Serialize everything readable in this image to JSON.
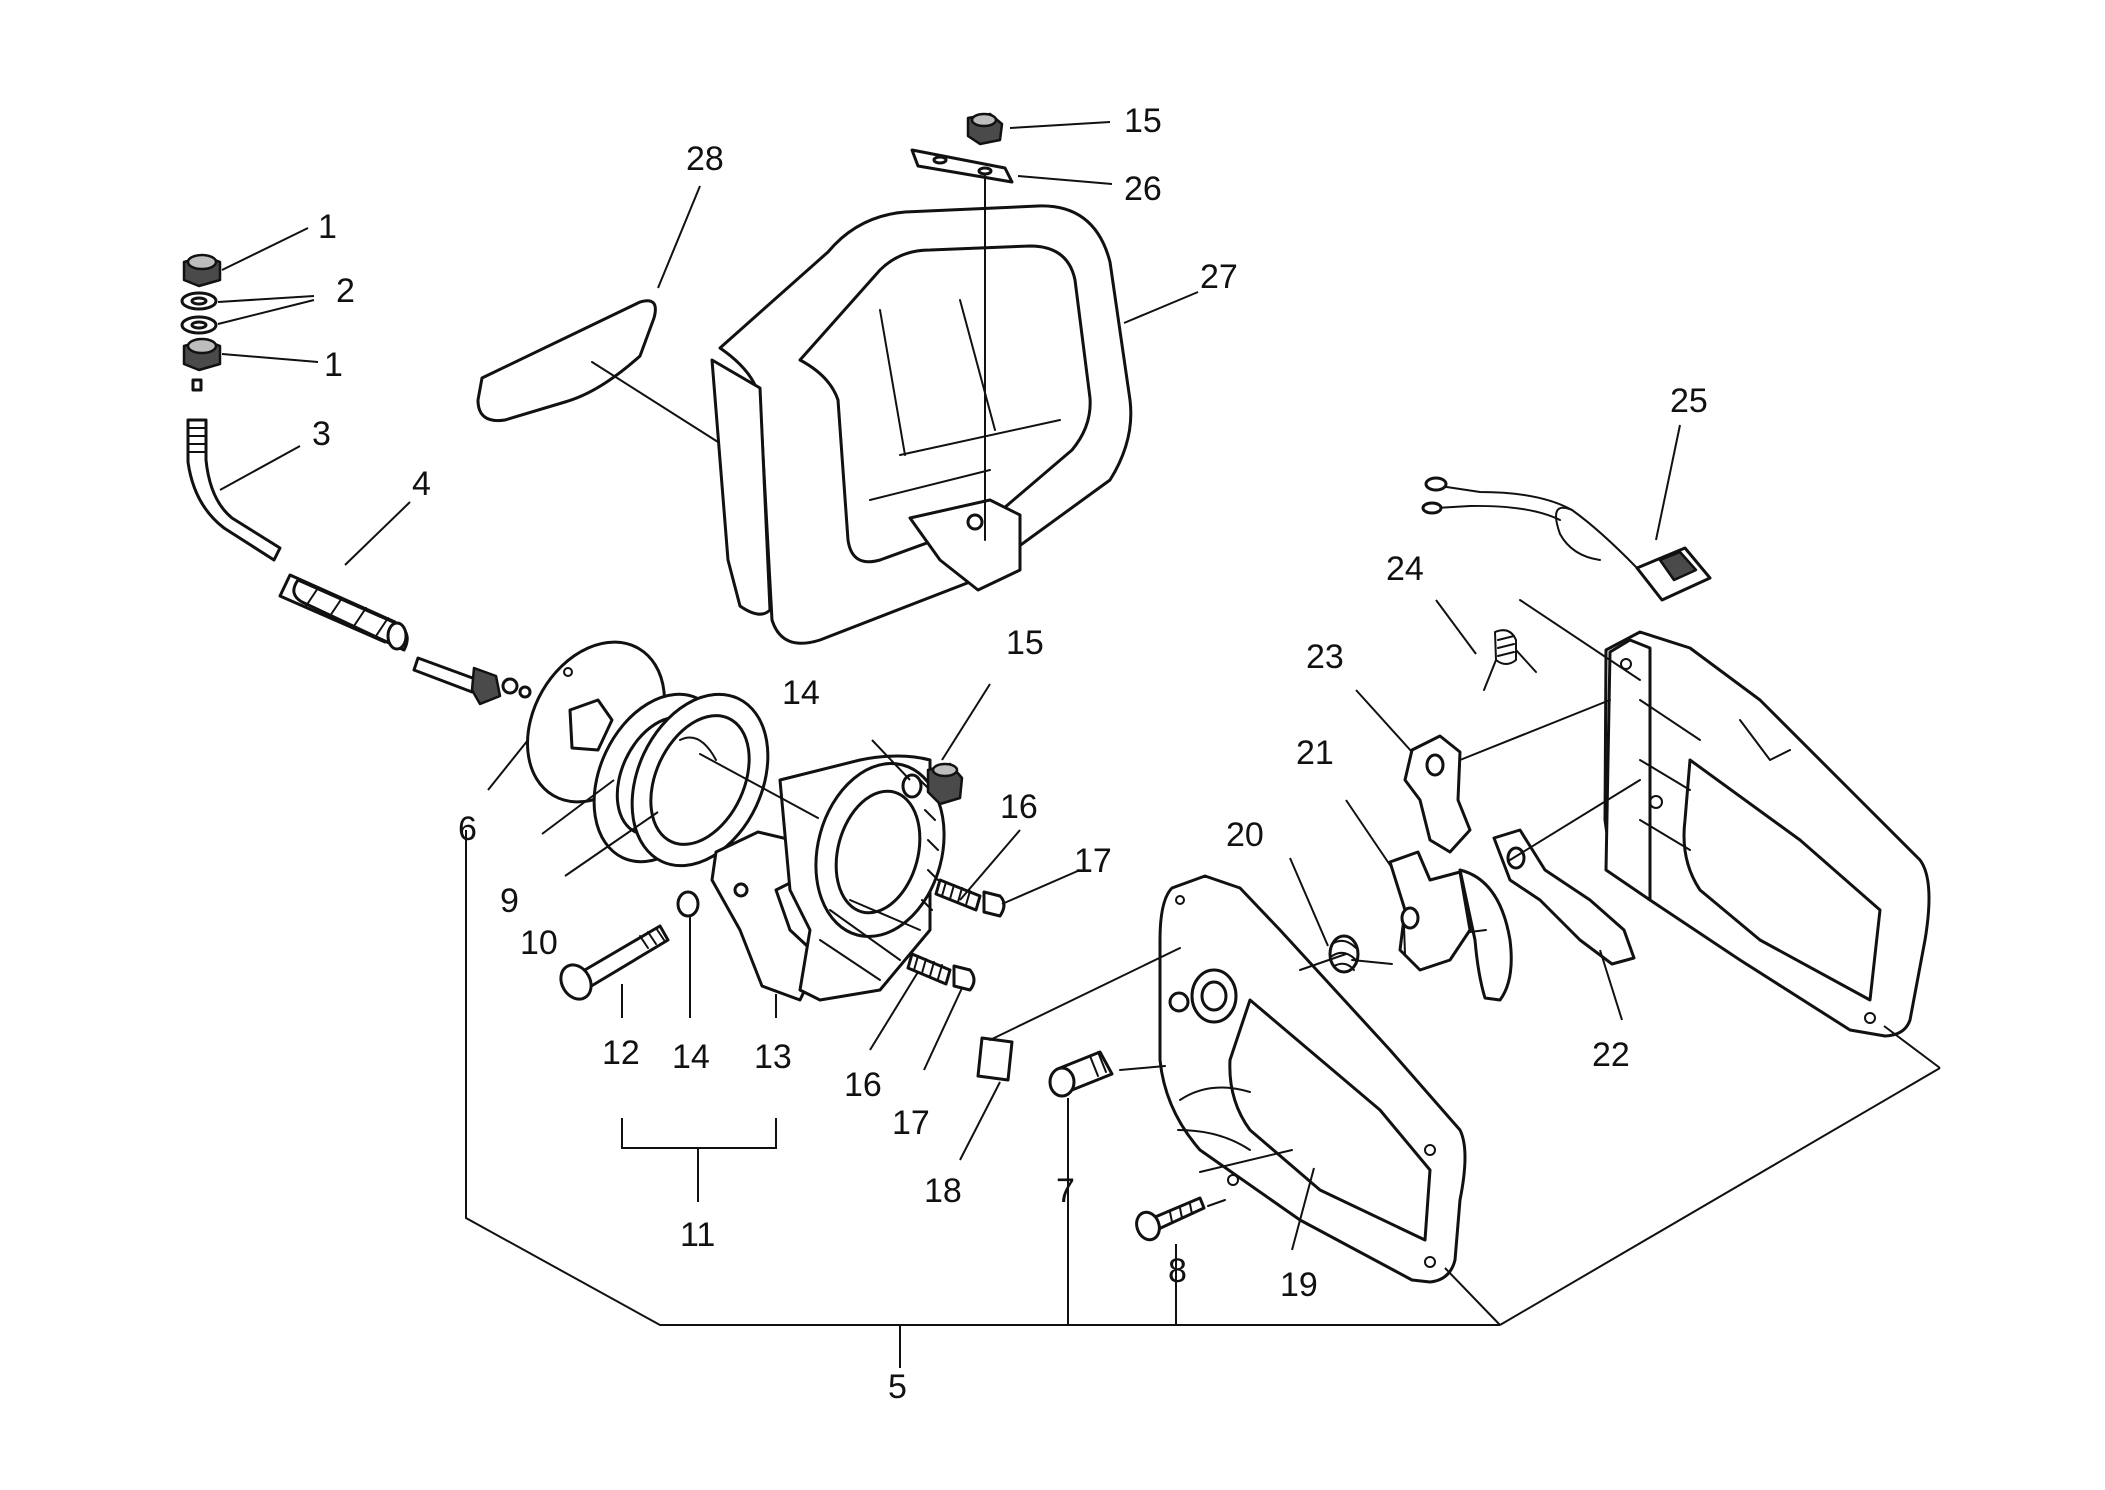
{
  "diagram": {
    "callouts": [
      {
        "id": "c1a",
        "label": "1"
      },
      {
        "id": "c1b",
        "label": "1"
      },
      {
        "id": "c2",
        "label": "2"
      },
      {
        "id": "c3",
        "label": "3"
      },
      {
        "id": "c4",
        "label": "4"
      },
      {
        "id": "c5",
        "label": "5"
      },
      {
        "id": "c6",
        "label": "6"
      },
      {
        "id": "c7",
        "label": "7"
      },
      {
        "id": "c8",
        "label": "8"
      },
      {
        "id": "c9",
        "label": "9"
      },
      {
        "id": "c10",
        "label": "10"
      },
      {
        "id": "c11",
        "label": "11"
      },
      {
        "id": "c12",
        "label": "12"
      },
      {
        "id": "c13",
        "label": "13"
      },
      {
        "id": "c14a",
        "label": "14"
      },
      {
        "id": "c14b",
        "label": "14"
      },
      {
        "id": "c15a",
        "label": "15"
      },
      {
        "id": "c15b",
        "label": "15"
      },
      {
        "id": "c16a",
        "label": "16"
      },
      {
        "id": "c16b",
        "label": "16"
      },
      {
        "id": "c17a",
        "label": "17"
      },
      {
        "id": "c17b",
        "label": "17"
      },
      {
        "id": "c18",
        "label": "18"
      },
      {
        "id": "c19",
        "label": "19"
      },
      {
        "id": "c20",
        "label": "20"
      },
      {
        "id": "c21",
        "label": "21"
      },
      {
        "id": "c22",
        "label": "22"
      },
      {
        "id": "c23",
        "label": "23"
      },
      {
        "id": "c24",
        "label": "24"
      },
      {
        "id": "c25",
        "label": "25"
      },
      {
        "id": "c26",
        "label": "26"
      },
      {
        "id": "c27",
        "label": "27"
      },
      {
        "id": "c28",
        "label": "28"
      }
    ]
  }
}
